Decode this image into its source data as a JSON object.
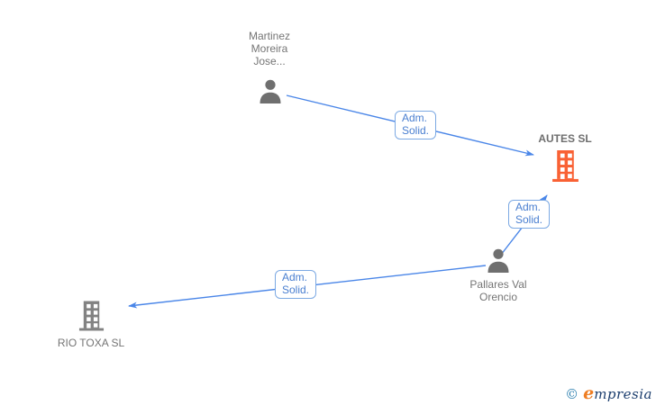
{
  "diagram": {
    "nodes": [
      {
        "id": "martinez",
        "type": "person",
        "label": "Martinez\nMoreira\nJose..."
      },
      {
        "id": "autes",
        "type": "company",
        "label": "AUTES SL",
        "highlighted": true
      },
      {
        "id": "pallares",
        "type": "person",
        "label": "Pallares Val\nOrencio"
      },
      {
        "id": "riotoxa",
        "type": "company",
        "label": "RIO TOXA SL",
        "highlighted": false
      }
    ],
    "edges": [
      {
        "from": "martinez",
        "to": "autes",
        "label": "Adm.\nSolid."
      },
      {
        "from": "pallares",
        "to": "autes",
        "label": "Adm.\nSolid."
      },
      {
        "from": "pallares",
        "to": "riotoxa",
        "label": "Adm.\nSolid."
      }
    ],
    "colors": {
      "arrow": "#4a86e8",
      "chip_border": "#7ca9e3",
      "chip_text": "#4a7fd0",
      "person_icon": "#6f6f6f",
      "company_icon_default": "#828282",
      "company_icon_highlight": "#f96134",
      "label_text": "#757575"
    }
  },
  "watermark": {
    "copyright_symbol": "©",
    "brand_initial": "e",
    "brand_rest": "mpresia"
  }
}
